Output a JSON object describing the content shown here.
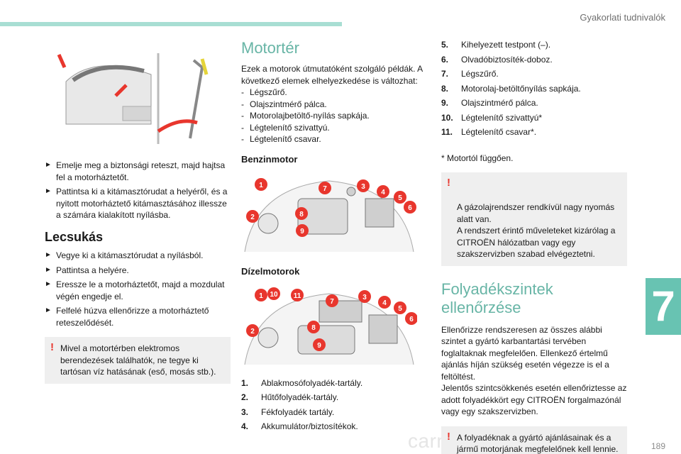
{
  "header": {
    "section": "Gyakorlati tudnivalók",
    "chapter": "7",
    "page": "189"
  },
  "watermark": "carmanualsonline.info",
  "left": {
    "bullets1": [
      "Emelje meg a biztonsági reteszt, majd hajtsa fel a motorháztetőt.",
      "Pattintsa ki a kitámasztórudat a helyéről, és a nyitott motorháztető kitámasztásához illessze a számára kialakított nyílásba."
    ],
    "heading": "Lecsukás",
    "bullets2": [
      "Vegye ki a kitámasztórudat a nyílásból.",
      "Pattintsa a helyére.",
      "Eressze le a motorháztetőt, majd a mozdulat végén engedje el.",
      "Felfelé húzva ellenőrizze a motorháztető reteszelődését."
    ],
    "warning": "Mivel a motortérben elektromos berendezések találhatók, ne tegye ki tartósan víz hatásának (eső, mosás stb.)."
  },
  "middle": {
    "title": "Motortér",
    "intro": "Ezek a motorok útmutatóként szolgáló példák. A következő elemek elhelyezkedése is változhat:",
    "dash_items": [
      "Légszűrő.",
      "Olajszintmérő pálca.",
      "Motorolajbetöltő-nyílás sapkája.",
      "Légtelenítő szivattyú.",
      "Légtelenítő csavar."
    ],
    "petrol_heading": "Benzinmotor",
    "petrol_markers": [
      "1",
      "7",
      "3",
      "4",
      "5",
      "6",
      "8",
      "2",
      "9"
    ],
    "diesel_heading": "Dízelmotorok",
    "diesel_markers": [
      "1",
      "10",
      "11",
      "7",
      "3",
      "4",
      "5",
      "6",
      "8",
      "2",
      "9"
    ],
    "list": [
      {
        "n": "1.",
        "t": "Ablakmosófolyadék-tartály."
      },
      {
        "n": "2.",
        "t": "Hűtőfolyadék-tartály."
      },
      {
        "n": "3.",
        "t": "Fékfolyadék tartály."
      },
      {
        "n": "4.",
        "t": "Akkumulátor/biztosítékok."
      }
    ]
  },
  "right": {
    "list": [
      {
        "n": "5.",
        "t": "Kihelyezett testpont (–)."
      },
      {
        "n": "6.",
        "t": "Olvadóbiztosíték-doboz."
      },
      {
        "n": "7.",
        "t": "Légszűrő."
      },
      {
        "n": "8.",
        "t": "Motorolaj-betöltőnyílás sapkája."
      },
      {
        "n": "9.",
        "t": "Olajszintmérő pálca."
      },
      {
        "n": "10.",
        "t": "Légtelenítő szivattyú*"
      },
      {
        "n": "11.",
        "t": "Légtelenítő csavar*."
      }
    ],
    "footnote": "* Motortól függően.",
    "warning1": "A gázolajrendszer rendkívül nagy nyomás alatt van.\nA rendszert érintő műveleteket kizárólag a CITROËN hálózatban vagy egy szakszervizben szabad elvégeztetni.",
    "title2": "Folyadékszintek ellenőrzése",
    "para": "Ellenőrizze rendszeresen az összes alábbi szintet a gyártó karbantartási tervében foglaltaknak megfelelően. Ellenkező értelmű ajánlás híján szükség esetén végezze is el a feltöltést.\nJelentős szintcsökkenés esetén ellenőriztesse az adott folyadékkört egy CITROËN forgalmazónál vagy egy szakszervizben.",
    "warning2": "A folyadéknak a gyártó ajánlásainak és a jármű motorjának megfelelőnek kell lennie."
  },
  "colors": {
    "accent": "#68c3b2",
    "marker": "#e8362d"
  }
}
